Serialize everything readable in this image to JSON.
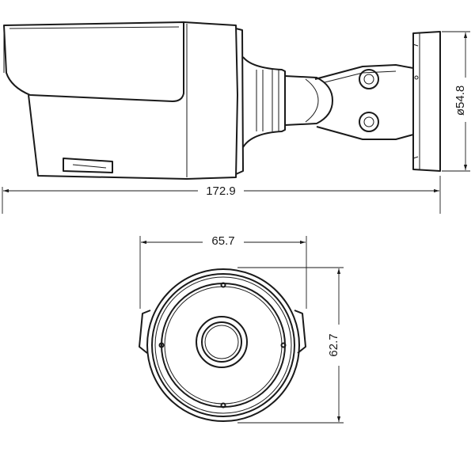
{
  "dimensions": {
    "total_length": "172.9",
    "mount_diameter": "ø54.8",
    "front_width": "65.7",
    "front_height": "62.7"
  },
  "colors": {
    "line": "#1a1a1a",
    "background": "#ffffff"
  }
}
